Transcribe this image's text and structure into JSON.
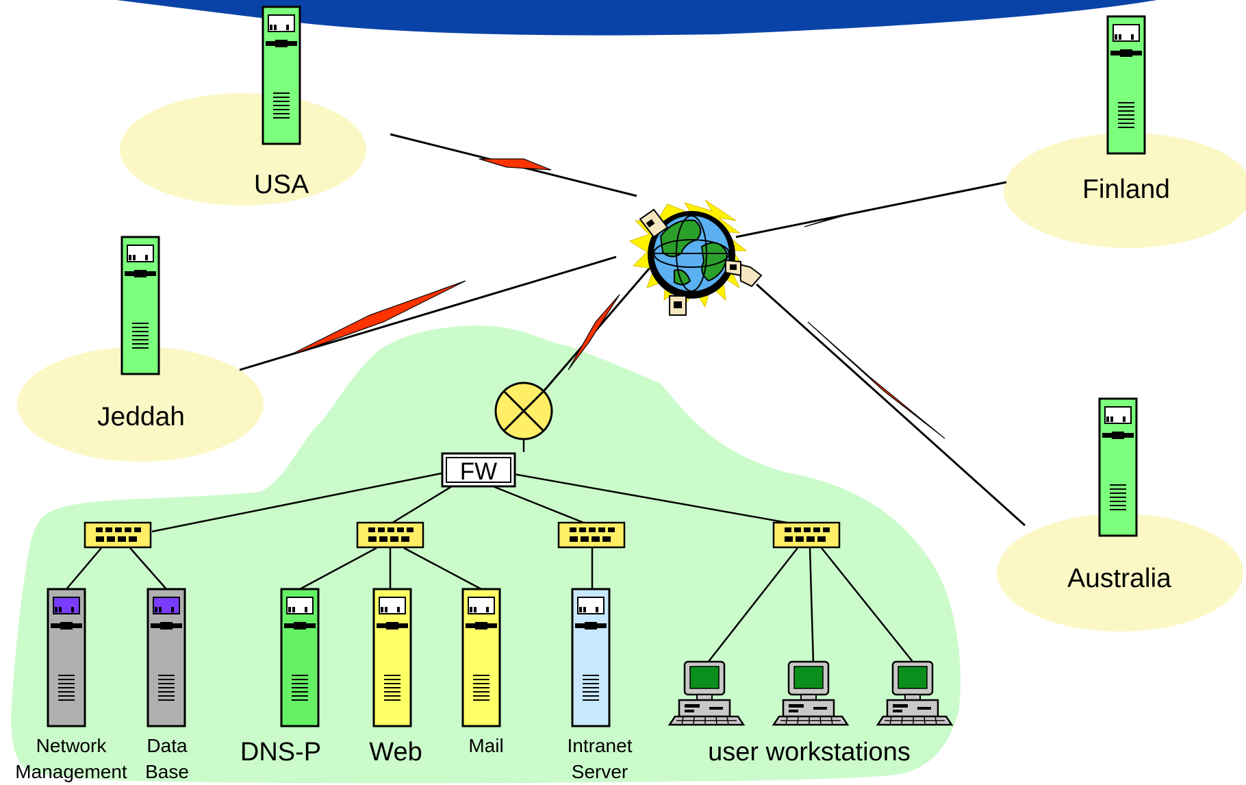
{
  "sites": {
    "usa": "USA",
    "finland": "Finland",
    "jeddah": "Jeddah",
    "australia": "Australia"
  },
  "firewall": {
    "label": "FW"
  },
  "servers": {
    "network_management": [
      "Network",
      "Management"
    ],
    "data_base": [
      "Data",
      "Base"
    ],
    "dns": "DNS-P",
    "web": "Web",
    "mail": "Mail",
    "intranet": [
      "Intranet",
      "Server"
    ]
  },
  "workstations": {
    "label": "user workstations"
  },
  "colors": {
    "header_blue": "#0a43a8",
    "site_bubble": "#fbf8c6",
    "lan_area": "#cbfbcb",
    "link_red": "#ff3300",
    "server_green": "#7cff7c",
    "server_yellow": "#ffff66",
    "server_gray": "#b0b0b0",
    "server_lightblue": "#c8e8ff",
    "switch_yellow": "#ffee66"
  },
  "icons": {
    "internet": "globe-icon",
    "router": "router-icon",
    "switch": "hub-icon",
    "server": "server-tower-icon",
    "workstation": "desktop-computer-icon"
  }
}
